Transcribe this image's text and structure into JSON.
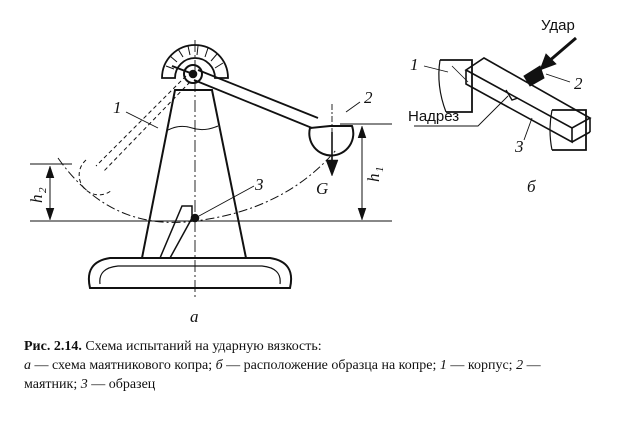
{
  "figure_a": {
    "part_label": "а",
    "callouts": {
      "housing": "1",
      "pendulum": "2",
      "specimen": "3"
    },
    "heights": {
      "h1_main": "h",
      "h1_sub": "1",
      "h2_main": "h",
      "h2_sub": "2"
    },
    "force": "G"
  },
  "figure_b": {
    "part_label": "б",
    "impact_label": "Удар",
    "notch_label": "Надрез",
    "callouts": {
      "housing": "1",
      "pendulum": "2",
      "specimen": "3"
    }
  },
  "caption": {
    "number": "Рис. 2.14.",
    "title": "Схема испытаний на ударную вязкость:",
    "a_letter": "а",
    "a_text": " — схема маятникового копра; ",
    "b_letter": "б",
    "b_text": " — расположение образца на копре; ",
    "n1": "1",
    "t1": " — корпус; ",
    "n2": "2",
    "t2": " —",
    "t2b": "маятник; ",
    "n3": "3",
    "t3": " — образец"
  }
}
